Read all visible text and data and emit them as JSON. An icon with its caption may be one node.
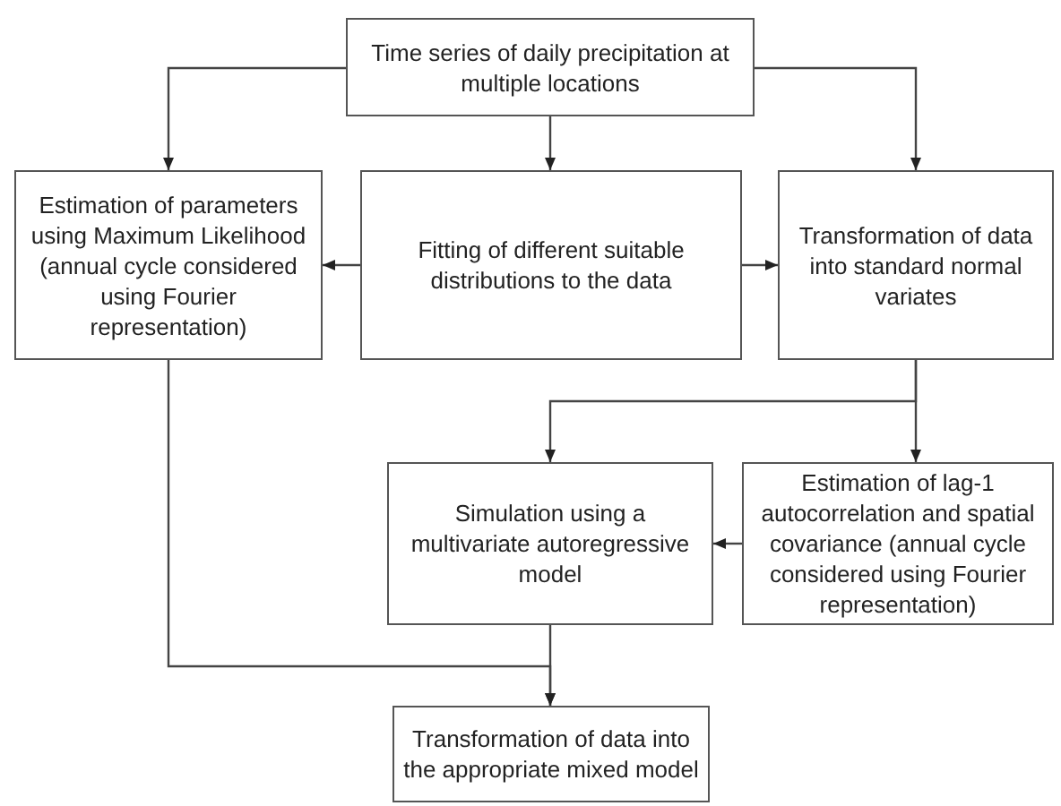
{
  "diagram": {
    "nodes": [
      {
        "text": [
          "Time series of daily precipitation at multiple locations"
        ]
      },
      {
        "text": [
          "Estimation of parameters using Maximum Likelihood (annual cycle considered using Fourier representation)"
        ]
      },
      {
        "text": [
          "Fitting of different suitable distributions to the data"
        ]
      },
      {
        "text": [
          "Transformation of data into standard normal variates"
        ]
      },
      {
        "text": [
          "Simulation using a multivariate autoregressive model"
        ]
      },
      {
        "text": [
          "Estimation of lag-1 autocorrelation and spatial covariance (annual cycle considered using Fourier representation)"
        ]
      },
      {
        "text": [
          "Transformation of data into the appropriate mixed model"
        ]
      }
    ],
    "edges": [
      {
        "from": 0,
        "to": 1,
        "arrow": "to"
      },
      {
        "from": 0,
        "to": 2,
        "arrow": "to"
      },
      {
        "from": 0,
        "to": 3,
        "arrow": "to"
      },
      {
        "from": 2,
        "to": 1,
        "arrow": "to"
      },
      {
        "from": 2,
        "to": 3,
        "arrow": "to"
      },
      {
        "from": 3,
        "to": 4,
        "arrow": "to"
      },
      {
        "from": 3,
        "to": 5,
        "arrow": "to"
      },
      {
        "from": 5,
        "to": 4,
        "arrow": "to"
      },
      {
        "from": 1,
        "to": 6,
        "arrow": "to"
      },
      {
        "from": 4,
        "to": 6,
        "arrow": "to"
      }
    ]
  }
}
